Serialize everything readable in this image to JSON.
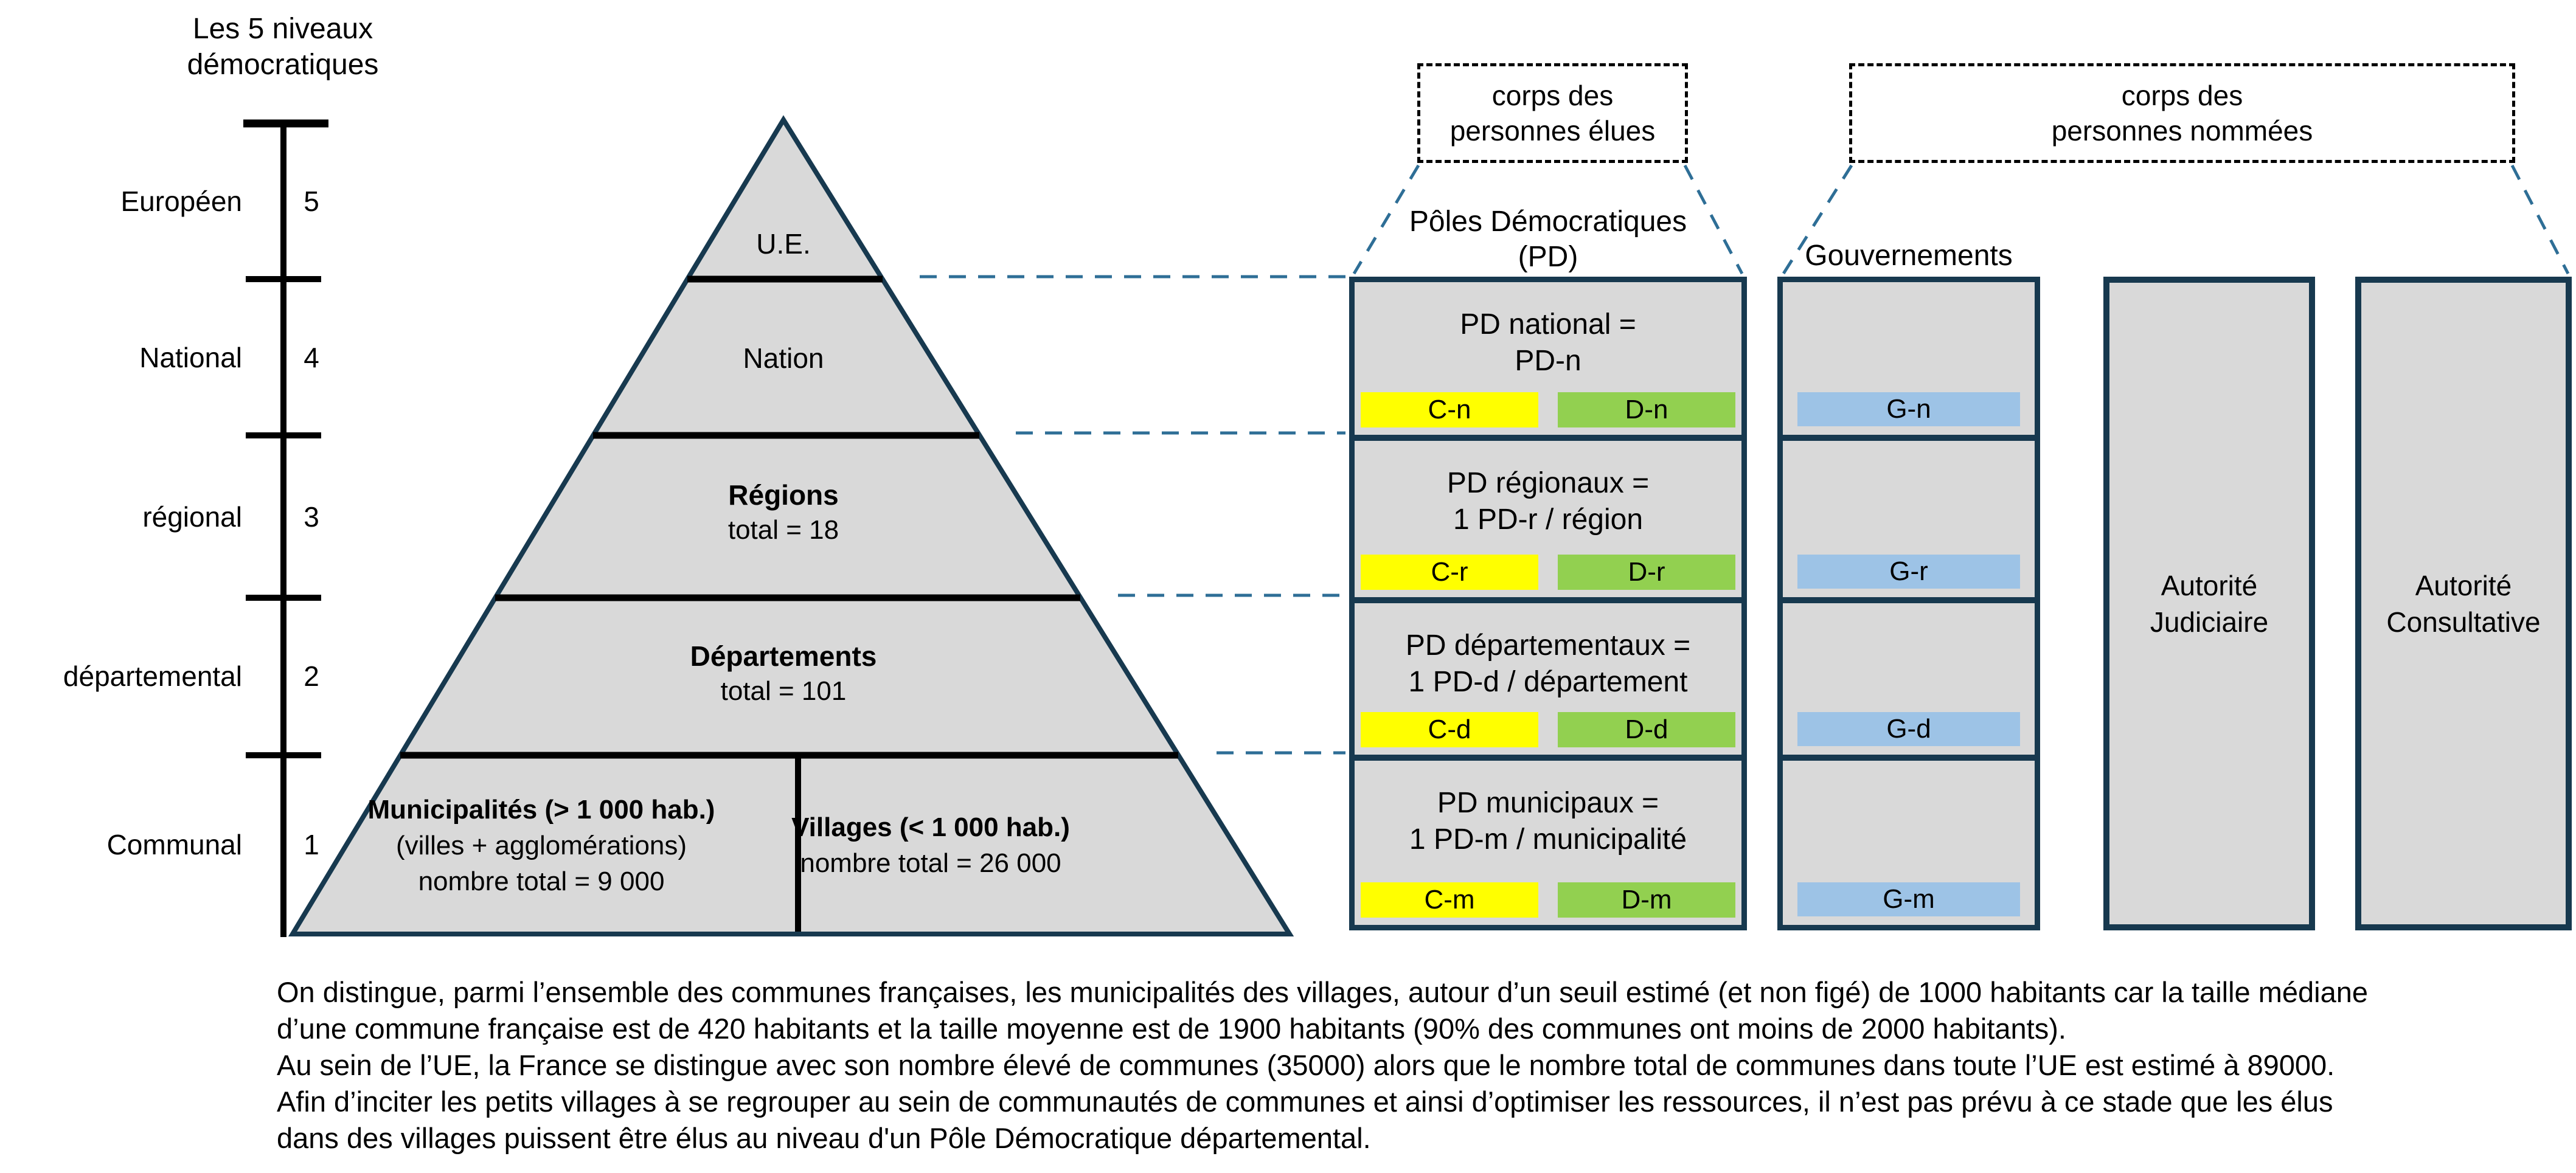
{
  "scale": {
    "title": [
      "Les 5 niveaux",
      "démocratiques"
    ],
    "levels": [
      {
        "label": "Européen",
        "number": "5"
      },
      {
        "label": "National",
        "number": "4"
      },
      {
        "label": "régional",
        "number": "3"
      },
      {
        "label": "départemental",
        "number": "2"
      },
      {
        "label": "Communal",
        "number": "1"
      }
    ]
  },
  "pyramid": {
    "level_ue": {
      "title": "U.E."
    },
    "level_nation": {
      "title": "Nation"
    },
    "level_regions": {
      "title": "Régions",
      "subtitle": "total = 18"
    },
    "level_departements": {
      "title": "Départements",
      "subtitle": "total = 101"
    },
    "bottom_left": {
      "title": "Municipalités (> 1 000 hab.)",
      "line2": "(villes + agglomérations)",
      "line3": "nombre total = 9 000"
    },
    "bottom_right": {
      "title": "Villages (< 1 000 hab.)",
      "line2": "nombre total = 26 000"
    }
  },
  "headers": {
    "elected_body": [
      "corps des",
      "personnes élues"
    ],
    "appointed_body": [
      "corps des",
      "personnes nommées"
    ],
    "pd_title": [
      "Pôles Démocratiques",
      "(PD)"
    ],
    "gov_title": "Gouvernements"
  },
  "pd_column": {
    "rows": [
      {
        "line1": "PD national =",
        "line2": "PD-n",
        "c": "C-n",
        "d": "D-n"
      },
      {
        "line1": "PD régionaux =",
        "line2": "1 PD-r / région",
        "c": "C-r",
        "d": "D-r"
      },
      {
        "line1": "PD départementaux =",
        "line2": "1 PD-d / département",
        "c": "C-d",
        "d": "D-d"
      },
      {
        "line1": "PD municipaux =",
        "line2": "1 PD-m / municipalité",
        "c": "C-m",
        "d": "D-m"
      }
    ]
  },
  "gov_column": {
    "rows": [
      {
        "g": "G-n"
      },
      {
        "g": "G-r"
      },
      {
        "g": "G-d"
      },
      {
        "g": "G-m"
      }
    ]
  },
  "authorities": {
    "judiciary": [
      "Autorité",
      "Judiciaire"
    ],
    "consultative": [
      "Autorité",
      "Consultative"
    ]
  },
  "footnote_lines": [
    "On distingue, parmi l’ensemble des communes françaises, les municipalités des villages, autour d’un seuil estimé (et non figé) de 1000 habitants car la taille médiane",
    "d’une commune française est de 420 habitants et la taille moyenne est de 1900 habitants (90% des communes ont moins de 2000 habitants).",
    "Au sein de l’UE, la France se distingue avec son nombre élevé de communes (35000) alors que le nombre total de communes dans toute l’UE est estimé à 89000.",
    "Afin d’inciter les petits villages à se regrouper au sein de communautés de communes et ainsi d’optimiser les ressources, il n’est pas prévu à ce stade que les élus",
    "dans des villages puissent être élus au niveau d'un Pôle Démocratique départemental."
  ],
  "colors": {
    "pyramid_fill": "#D9D9D9",
    "box_border": "#17394F",
    "divider_black": "#000000",
    "conseil_yellow": "#FFFF00",
    "direction_green": "#92D050",
    "gouvernement_blue": "#9DC3E6",
    "dashed_connector_blue": "#2E6E96"
  }
}
